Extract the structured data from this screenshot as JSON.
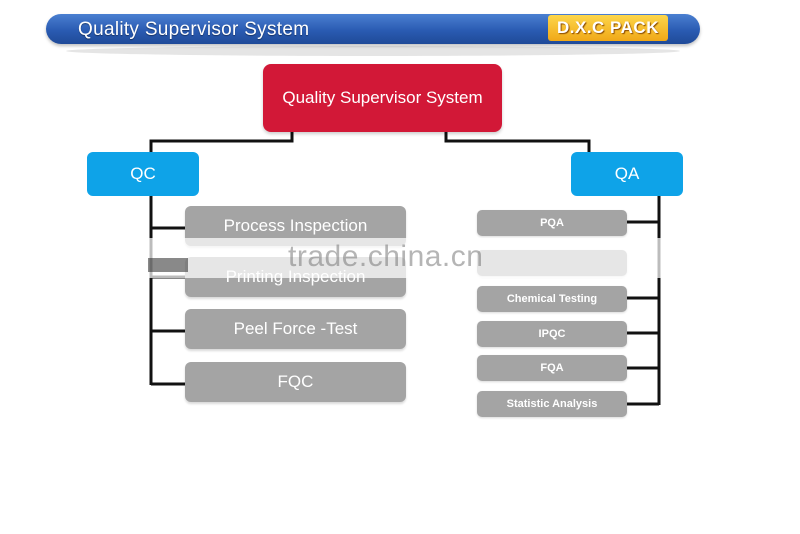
{
  "banner": {
    "title": "Quality Supervisor System",
    "brand": "D.X.C PACK"
  },
  "diagram": {
    "root": "Quality Supervisor System",
    "branches": [
      {
        "label": "QC",
        "items": [
          "Process Inspection",
          "Printing Inspection",
          "Peel Force -Test",
          "FQC"
        ]
      },
      {
        "label": "QA",
        "items": [
          "PQA",
          "",
          "Chemical Testing",
          "IPQC",
          "FQA",
          "Statistic Analysis"
        ]
      }
    ]
  },
  "watermark": "trade.china.cn",
  "colors": {
    "banner": "#2a5bb2",
    "brand_badge": "#f0a818",
    "root": "#d21837",
    "branch": "#0ea3e8",
    "leaf": "#a4a4a4",
    "connector": "#111111"
  }
}
